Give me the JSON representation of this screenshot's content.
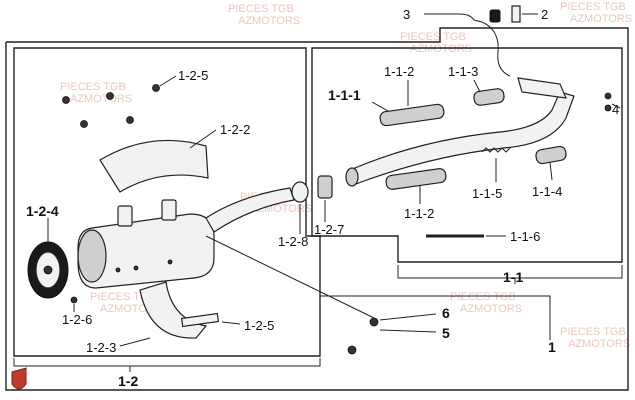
{
  "labels": {
    "l1": "1",
    "l1_1": "1-1",
    "l1_1_1": "1-1-1",
    "l1_1_2_top": "1-1-2",
    "l1_1_2_bottom": "1-1-2",
    "l1_1_3": "1-1-3",
    "l1_1_4": "1-1-4",
    "l1_1_5": "1-1-5",
    "l1_1_6": "1-1-6",
    "l1_2": "1-2",
    "l1_2_2": "1-2-2",
    "l1_2_3": "1-2-3",
    "l1_2_4": "1-2-4",
    "l1_2_5_top": "1-2-5",
    "l1_2_5_bottom": "1-2-5",
    "l1_2_6": "1-2-6",
    "l1_2_7": "1-2-7",
    "l1_2_8": "1-2-8",
    "l2": "2",
    "l3": "3",
    "l4": "4",
    "l5": "5",
    "l6": "6"
  },
  "watermark": {
    "line1": "PIECES TGB",
    "line2": "AZMOTORS"
  },
  "colors": {
    "logo": "#c0392b",
    "watermark": "#e8b4a8"
  }
}
